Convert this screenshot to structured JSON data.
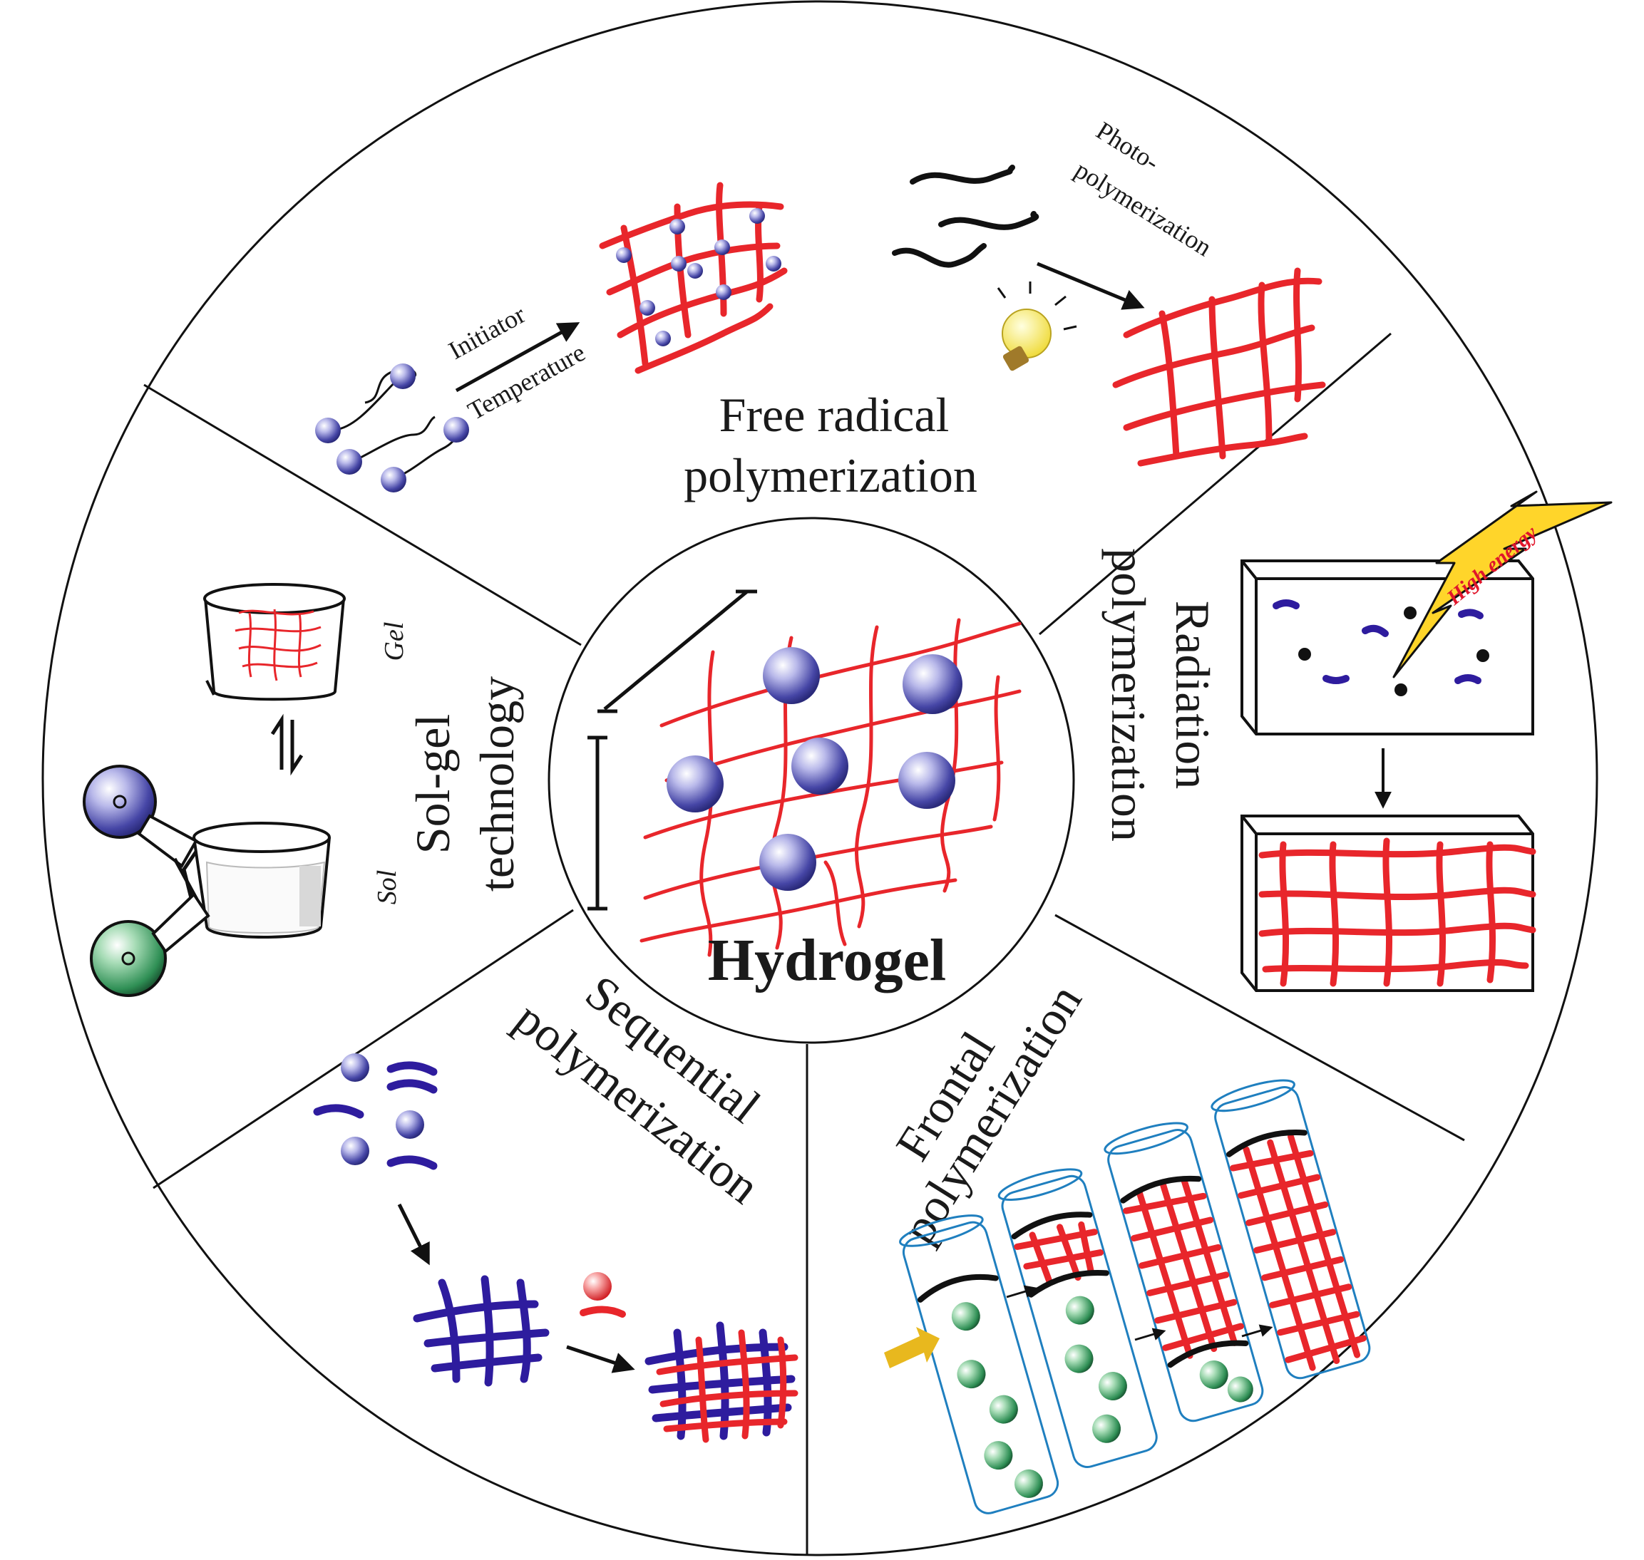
{
  "center": {
    "label": "Hydrogel"
  },
  "sections": {
    "free_radical": {
      "title_line1": "Free radical",
      "title_line2": "polymerization",
      "arrow_top_label": "Initiator",
      "arrow_bottom_label": "Temperature",
      "photo_line1": "Photo-",
      "photo_line2": "polymerization"
    },
    "radiation": {
      "title_line1": "Radiation",
      "title_line2": "polymerization",
      "energy_label": "High energy"
    },
    "frontal": {
      "title_line1": "Frontal",
      "title_line2": "polymerization"
    },
    "sequential": {
      "title_line1": "Sequential",
      "title_line2": "polymerization"
    },
    "sol_gel": {
      "title_line1": "Sol-gel",
      "title_line2": "technology",
      "gel_label": "Gel",
      "sol_label": "Sol"
    }
  },
  "colors": {
    "network_red": "#e8262b",
    "monomer_blue": "#4a4aa8",
    "sequential_blue": "#2e1c9e",
    "bead_green": "#2f8f55",
    "tube_blue": "#1f7fbf",
    "bolt_yellow": "#ffd52a"
  }
}
